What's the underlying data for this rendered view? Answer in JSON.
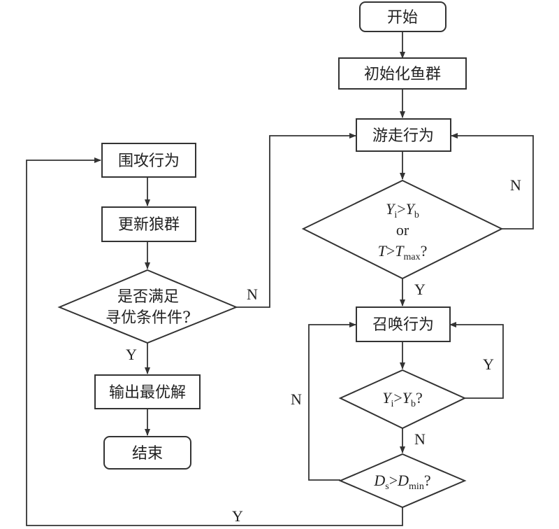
{
  "nodes": {
    "start": "开始",
    "init_fish": "初始化鱼群",
    "swim": "游走行为",
    "cond1": {
      "y_i": "Y",
      "sub_i": "i",
      "gt1": ">",
      "y_b": "Y",
      "sub_b": "b",
      "or": "or",
      "t": "T",
      "gt2": ">",
      "t_max": "T",
      "sub_max": "max",
      "q": "?"
    },
    "summon": "召唤行为",
    "cond2": {
      "y_i": "Y",
      "sub_i": "i",
      "gt": ">",
      "y_b": "Y",
      "sub_b": "b",
      "q": "?"
    },
    "cond3": {
      "d_s": "D",
      "sub_s": "s",
      "gt": ">",
      "d_min": "D",
      "sub_min": "min",
      "q": "?"
    },
    "siege": "围攻行为",
    "update_wolves": "更新狼群",
    "check_line1": "是否满足",
    "check_line2": "寻优条件件?",
    "output_best": "输出最优解",
    "end": "结束"
  },
  "labels": {
    "n_swim_loop": "N",
    "y_cond1": "Y",
    "y_cond2_loop": "Y",
    "n_cond2": "N",
    "n_cond3_loop": "N",
    "y_cond3": "Y",
    "n_check": "N",
    "y_check": "Y"
  },
  "colors": {
    "stroke": "#333333",
    "text": "#222222",
    "background": "#ffffff"
  }
}
